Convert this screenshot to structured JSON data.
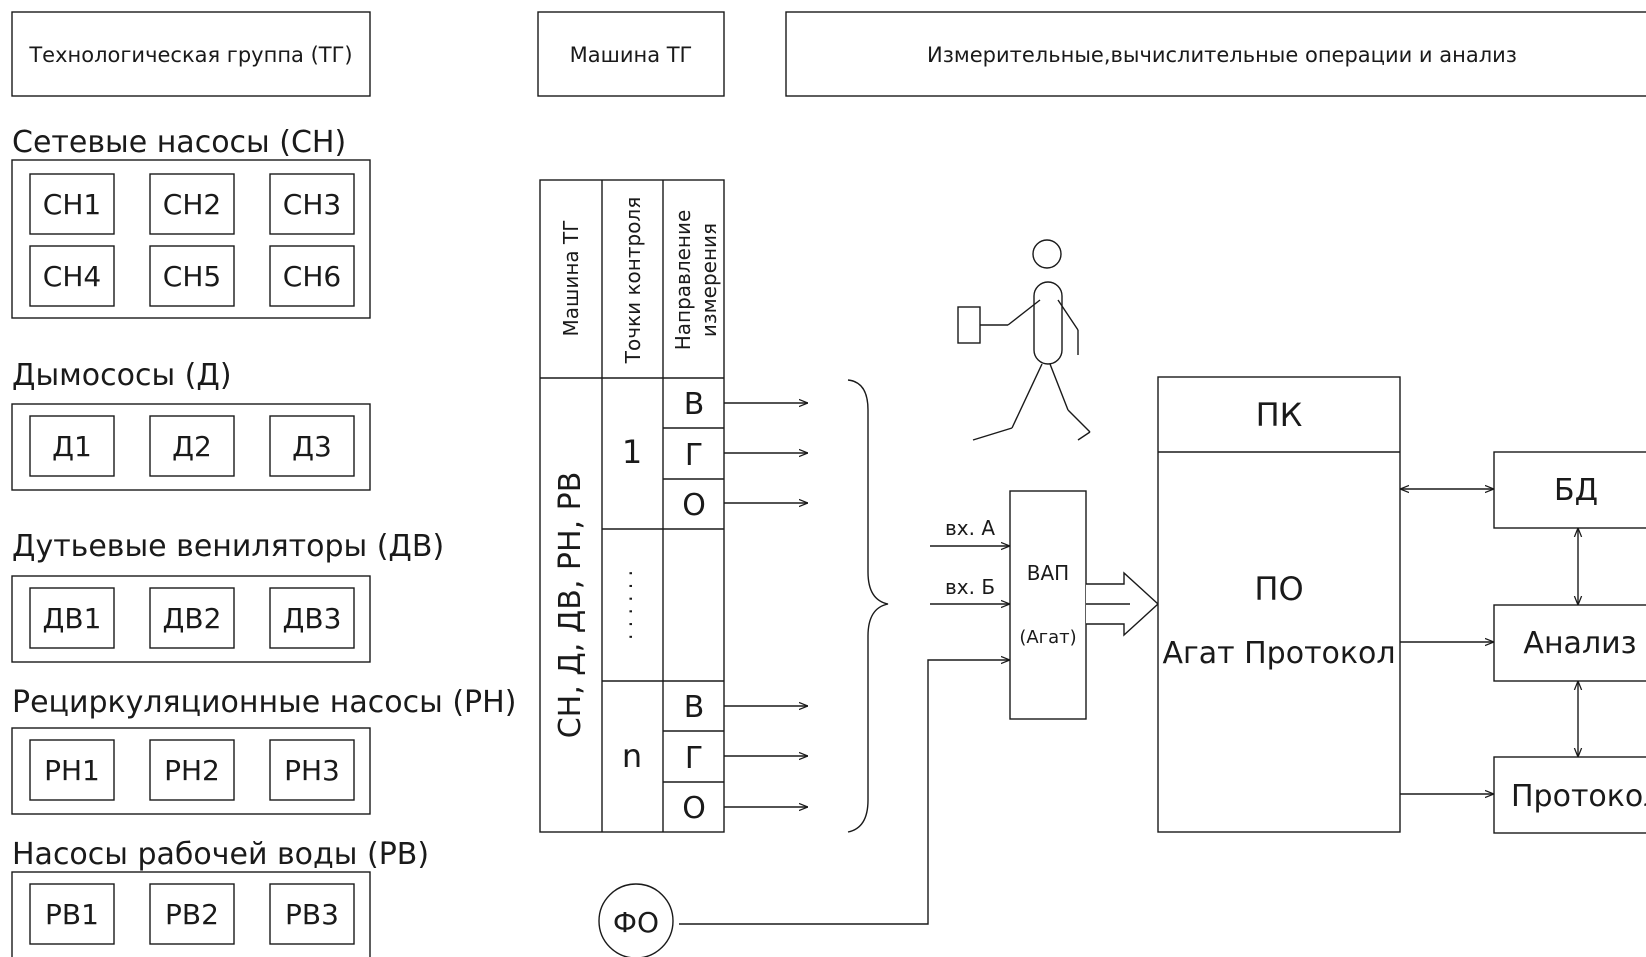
{
  "headers": {
    "tg": "Технологическая группа (ТГ)",
    "machine": "Машина ТГ",
    "ops": "Измерительные,вычислительные операции и анализ"
  },
  "groups": [
    {
      "title": "Сетевые насосы (СН)",
      "items": [
        "СН1",
        "СН2",
        "СН3",
        "СН4",
        "СН5",
        "СН6"
      ]
    },
    {
      "title": "Дымососы (Д)",
      "items": [
        "Д1",
        "Д2",
        "Д3"
      ]
    },
    {
      "title": "Дутьевые вениляторы (ДВ)",
      "items": [
        "ДВ1",
        "ДВ2",
        "ДВ3"
      ]
    },
    {
      "title": "Рециркуляционные насосы (РН)",
      "items": [
        "РН1",
        "РН2",
        "РН3"
      ]
    },
    {
      "title": "Насосы рабочей воды (РВ)",
      "items": [
        "РВ1",
        "РВ2",
        "РВ3"
      ]
    }
  ],
  "machine_table": {
    "col1_header": "Машина ТГ",
    "col2_header": "Точки контроля",
    "col3_header_line1": "Направление",
    "col3_header_line2": "измерения",
    "machines": "СН, Д, ДВ, РН, РВ",
    "point_first": "1",
    "point_dots": "· · · · · ·",
    "point_last": "n",
    "directions": [
      "В",
      "Г",
      "О"
    ]
  },
  "vap": {
    "label": "ВАП",
    "sublabel": "(Агат)",
    "input_a": "вх. А",
    "input_b": "вх. Б"
  },
  "fo": "ФО",
  "pc": {
    "title": "ПК",
    "sw_label": "ПО",
    "sw_name": "Агат Протокол"
  },
  "outputs": {
    "db": "БД",
    "analysis": "Анализ",
    "protocol": "Протокол"
  }
}
